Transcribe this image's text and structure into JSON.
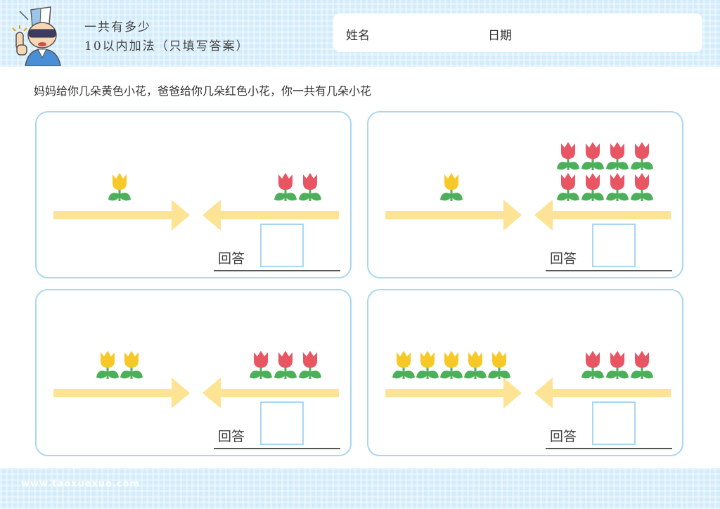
{
  "header": {
    "title_line1": "一共有多少",
    "title_line2": "10以内加法（只填写答案）",
    "name_label": "姓名",
    "date_label": "日期"
  },
  "instruction": "妈妈给你几朵黄色小花，爸爸给你几朵红色小花，你一共有几朵小花",
  "answer_label": "回答",
  "colors": {
    "yellow_flower": "#f7c928",
    "red_flower": "#e85563",
    "leaf": "#4caf5a",
    "arrow": "#fde394",
    "panel_border": "#a9d6f2",
    "band": "#d3ecfb"
  },
  "problems": [
    {
      "yellow": 1,
      "red": 2,
      "answer": ""
    },
    {
      "yellow": 1,
      "red": 8,
      "answer": ""
    },
    {
      "yellow": 2,
      "red": 3,
      "answer": ""
    },
    {
      "yellow": 5,
      "red": 3,
      "answer": ""
    }
  ],
  "footer": {
    "watermark": "www.taoxuexue.com"
  }
}
